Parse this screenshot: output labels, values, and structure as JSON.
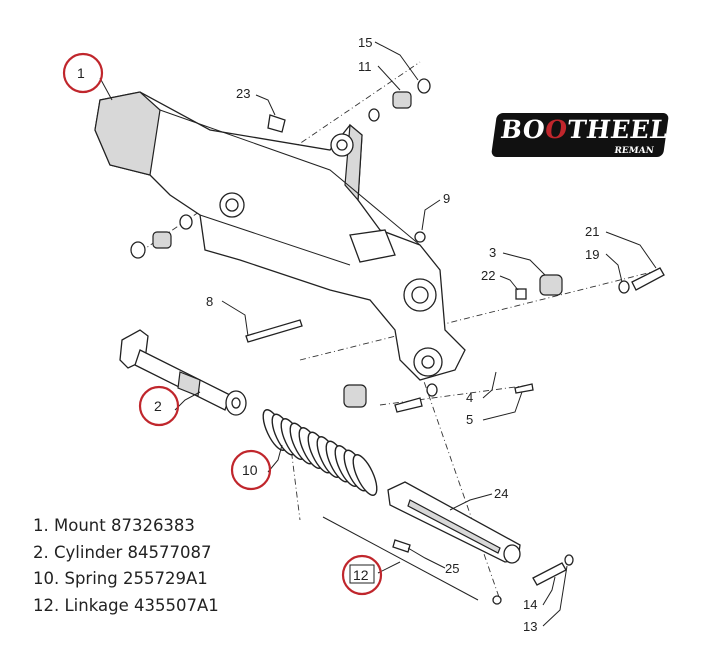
{
  "logo": {
    "brand": "BOOTHEEL",
    "sub": "REMAN",
    "accent_color": "#c0262c"
  },
  "callouts": {
    "c1": "1",
    "c2": "2",
    "c3": "3",
    "c4": "4",
    "c5": "5",
    "c8": "8",
    "c9": "9",
    "c10": "10",
    "c11": "11",
    "c12": "12",
    "c13": "13",
    "c14": "14",
    "c15": "15",
    "c19": "19",
    "c21": "21",
    "c22": "22",
    "c23": "23",
    "c24": "24",
    "c25": "25"
  },
  "legend": [
    "1. Mount 87326383",
    "2. Cylinder 84577087",
    "10. Spring 255729A1",
    "12. Linkage 435507A1"
  ]
}
